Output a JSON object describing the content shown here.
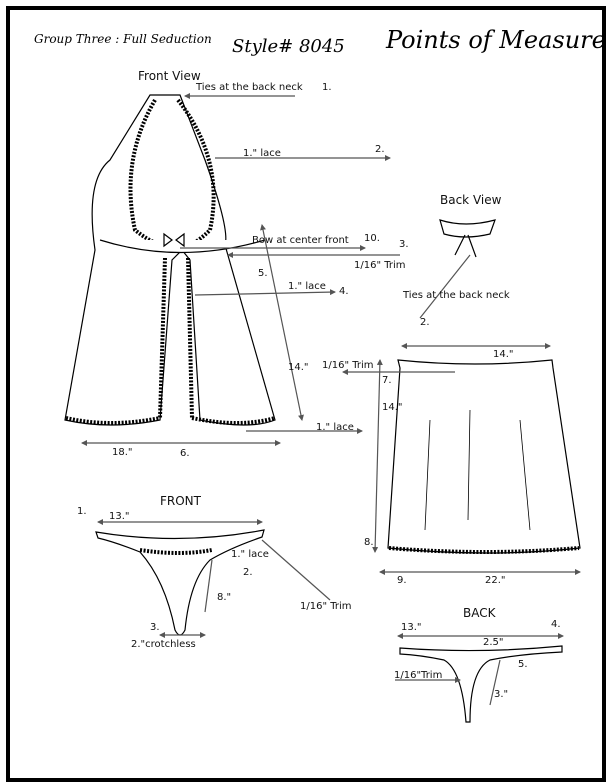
{
  "header": {
    "group": "Group Three : Full Seduction",
    "style": "Style# 8045",
    "title": "Points of Measure"
  },
  "babydoll": {
    "front_view": "Front View",
    "ties_back_neck": "Ties at the back neck",
    "p1": "1.",
    "lace_neck": "1.\" lace",
    "p2": "2.",
    "bow": "Bow at center front",
    "p10": "10.",
    "p3": "3.",
    "trim_under_bust": "1/16\" Trim",
    "p5": "5.",
    "lace_front": "1.\" lace",
    "p4": "4.",
    "length": "14.\"",
    "lace_hem": "1.\" lace",
    "sweep": "18.\"",
    "p6": "6."
  },
  "back_view": {
    "title": "Back View",
    "ties_back_neck": "Ties at the back neck",
    "p2": "2."
  },
  "skirt": {
    "width": "14.\"",
    "trim": "1/16\" Trim",
    "p7": "7.",
    "length": "14.\"",
    "p8": "8.",
    "p9": "9.",
    "sweep": "22.\""
  },
  "thong_front": {
    "title": "FRONT",
    "p1": "1.",
    "waist": "13.\"",
    "lace": "1.\" lace",
    "p2": "2.",
    "rise": "8.\"",
    "trim": "1/16\" Trim",
    "p3": "3.",
    "crotch": "2.\"crotchless"
  },
  "thong_back": {
    "title": "BACK",
    "waist": "13.\"",
    "p4": "4.",
    "band": "2.5\"",
    "p5": "5.",
    "trim": "1/16\"Trim",
    "rise": "3.\""
  }
}
